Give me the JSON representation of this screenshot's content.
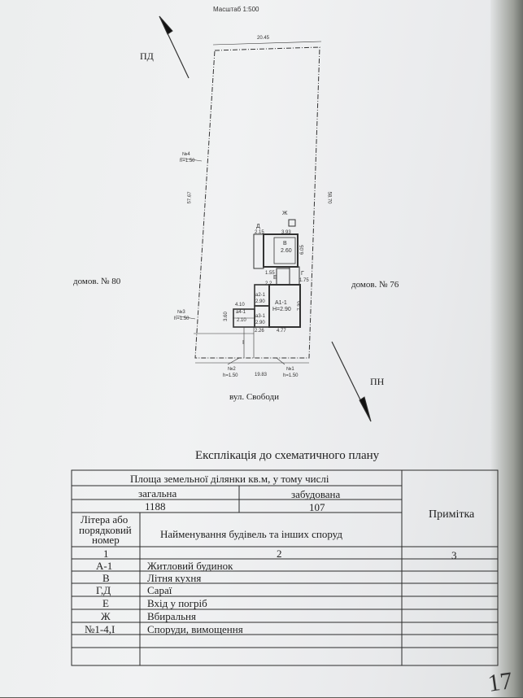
{
  "plan": {
    "scale_text": "Масштаб 1:500",
    "north_label": "ПД",
    "south_label": "ПН",
    "top_width": "20.45",
    "left_length": "57.67",
    "right_length": "58.70",
    "bottom_width": "19.83",
    "neighbor_left": "домов. № 80",
    "neighbor_right": "домов. № 76",
    "street": "вул. Свободи",
    "fence_labels": [
      {
        "n": "№4",
        "h": "h=1.50"
      },
      {
        "n": "№3",
        "h": "h=1.50"
      },
      {
        "n": "№2",
        "h": "h=1.50"
      },
      {
        "n": "№1",
        "h": "h=1.50"
      }
    ],
    "building_letters": {
      "zh": "Ж",
      "d": "Д",
      "v": "В",
      "v_h": "2.60",
      "g": "Г",
      "e": "Е",
      "a1": "А1-1",
      "a1_h": "H=2.90",
      "a2": "а2-1",
      "a2_h": "2.90",
      "a3": "а3-1",
      "a3_h": "2.90",
      "a4": "а4-1",
      "a4_h": "2.10",
      "yard": "I"
    },
    "dims": [
      "2.15",
      "3.93",
      "6.05",
      "1.55",
      "1.75",
      "2.2",
      "7.30",
      "4.10",
      "3.60",
      "2.26",
      "4.77"
    ]
  },
  "table": {
    "title": "Експлікація до схематичного плану",
    "area_header": "Площа земельної ділянки кв.м, у тому числі",
    "total_label": "загальна",
    "built_label": "забудована",
    "total_value": "1188",
    "built_value": "107",
    "note_header": "Примітка",
    "letter_header": [
      "Літера або",
      "порядковий",
      "номер"
    ],
    "name_header": "Найменування будівель та інших споруд",
    "col_numbers": [
      "1",
      "2",
      "3"
    ],
    "rows": [
      {
        "letter": "А-1",
        "name": "Житловий будинок"
      },
      {
        "letter": "В",
        "name": "Літня кухня"
      },
      {
        "letter": "Г,Д",
        "name": "Сараї"
      },
      {
        "letter": "Е",
        "name": "Вхід у погріб"
      },
      {
        "letter": "Ж",
        "name": "Вбиральня"
      },
      {
        "letter": "№1-4,І",
        "name": "Споруди, вимощення"
      }
    ]
  },
  "page_number": "17"
}
